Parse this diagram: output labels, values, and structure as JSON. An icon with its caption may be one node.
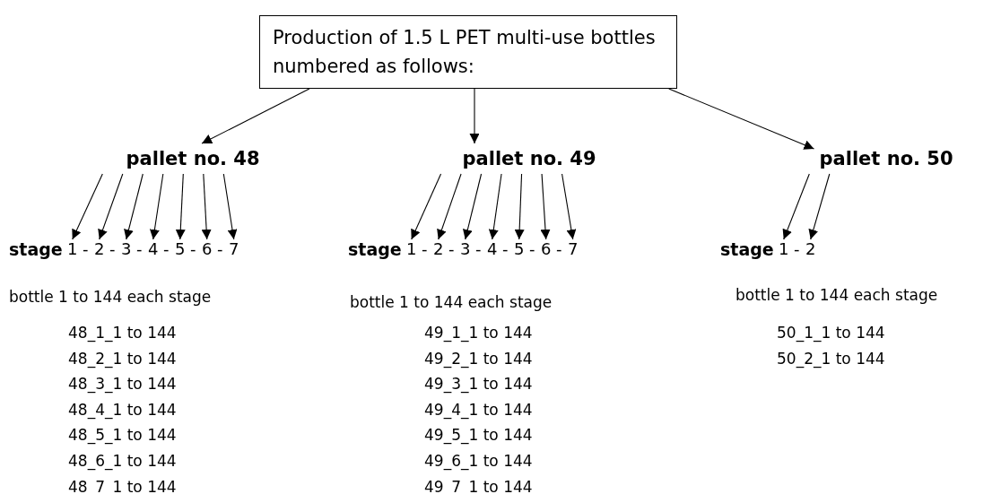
{
  "diagram": {
    "nodes": [
      {
        "text": [
          "Production of 1.5 L PET multi-use bottles numbered as follows:"
        ]
      },
      {
        "text": [
          "pallet no. 48"
        ]
      },
      {
        "text": [
          "pallet no. 49"
        ]
      },
      {
        "text": [
          "pallet no. 50"
        ]
      },
      {
        "text": [
          "1"
        ]
      },
      {
        "text": [
          "2"
        ]
      },
      {
        "text": [
          "3"
        ]
      },
      {
        "text": [
          "4"
        ]
      },
      {
        "text": [
          "5"
        ]
      },
      {
        "text": [
          "6"
        ]
      },
      {
        "text": [
          "7"
        ]
      },
      {
        "text": [
          "1"
        ]
      },
      {
        "text": [
          "2"
        ]
      },
      {
        "text": [
          "3"
        ]
      },
      {
        "text": [
          "4"
        ]
      },
      {
        "text": [
          "5"
        ]
      },
      {
        "text": [
          "6"
        ]
      },
      {
        "text": [
          "7"
        ]
      },
      {
        "text": [
          "1"
        ]
      },
      {
        "text": [
          "2"
        ]
      }
    ],
    "edges": [
      {
        "from": 0,
        "to": 1,
        "arrow": "to"
      },
      {
        "from": 0,
        "to": 2,
        "arrow": "to"
      },
      {
        "from": 0,
        "to": 3,
        "arrow": "to"
      },
      {
        "from": 1,
        "to": 4,
        "arrow": "to"
      },
      {
        "from": 1,
        "to": 5,
        "arrow": "to"
      },
      {
        "from": 1,
        "to": 6,
        "arrow": "to"
      },
      {
        "from": 1,
        "to": 7,
        "arrow": "to"
      },
      {
        "from": 1,
        "to": 8,
        "arrow": "to"
      },
      {
        "from": 1,
        "to": 9,
        "arrow": "to"
      },
      {
        "from": 1,
        "to": 10,
        "arrow": "to"
      },
      {
        "from": 2,
        "to": 11,
        "arrow": "to"
      },
      {
        "from": 2,
        "to": 12,
        "arrow": "to"
      },
      {
        "from": 2,
        "to": 13,
        "arrow": "to"
      },
      {
        "from": 2,
        "to": 14,
        "arrow": "to"
      },
      {
        "from": 2,
        "to": 15,
        "arrow": "to"
      },
      {
        "from": 2,
        "to": 16,
        "arrow": "to"
      },
      {
        "from": 2,
        "to": 17,
        "arrow": "to"
      },
      {
        "from": 3,
        "to": 18,
        "arrow": "to"
      },
      {
        "from": 3,
        "to": 19,
        "arrow": "to"
      }
    ],
    "labels": [
      "stage",
      "-",
      "-",
      "-",
      "-",
      "-",
      "-",
      "stage",
      "-",
      "-",
      "-",
      "-",
      "-",
      "-",
      "stage",
      "-",
      "bottle 1 to 144 each stage",
      "bottle 1 to 144 each stage",
      "bottle 1 to 144 each stage",
      "48_1_1 to 144",
      "48_2_1 to 144",
      "48_3_1 to 144",
      "48_4_1 to 144",
      "48_5_1 to 144",
      "48_6_1 to 144",
      "48_7_1 to 144",
      "49_1_1 to 144",
      "49_2_1 to 144",
      "49_3_1 to 144",
      "49_4_1 to 144",
      "49_5_1 to 144",
      "49_6_1 to 144",
      "49_7_1 to 144",
      "50_1_1 to 144",
      "50_2_1 to 144"
    ]
  }
}
